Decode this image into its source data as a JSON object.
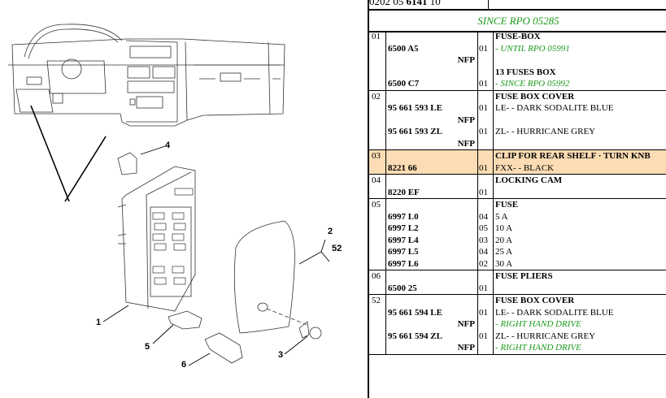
{
  "header": {
    "ref_prefix": "0202 05 ",
    "ref_bold": "6141",
    "ref_suffix": " 10"
  },
  "since_note": "SINCE RPO 05285",
  "callouts": [
    "1",
    "2",
    "52",
    "3",
    "4",
    "5",
    "6"
  ],
  "rows": [
    {
      "idx": "01",
      "lines": [
        {
          "ref": "",
          "qty": "",
          "desc": "FUSE-BOX",
          "desc_style": "b"
        },
        {
          "ref": "6500 A5",
          "qty": "01",
          "desc": "- UNTIL RPO 05991",
          "desc_style": "g"
        },
        {
          "ref": "NFP",
          "ref_align": "r",
          "qty": "",
          "desc": ""
        },
        {
          "ref": "",
          "qty": "",
          "desc": "13 FUSES BOX",
          "desc_style": "b"
        },
        {
          "ref": "6500 C7",
          "qty": "01",
          "desc": "- SINCE RPO 05992",
          "desc_style": "g"
        }
      ]
    },
    {
      "idx": "02",
      "lines": [
        {
          "ref": "",
          "qty": "",
          "desc": "FUSE BOX COVER",
          "desc_style": "b"
        },
        {
          "ref": "95 661 593 LE",
          "qty": "01",
          "desc": "LE- - DARK SODALITE BLUE"
        },
        {
          "ref": "NFP",
          "ref_align": "r",
          "qty": "",
          "desc": ""
        },
        {
          "ref": "95 661 593 ZL",
          "qty": "01",
          "desc": "ZL- - HURRICANE GREY"
        },
        {
          "ref": "NFP",
          "ref_align": "r",
          "qty": "",
          "desc": ""
        }
      ]
    },
    {
      "idx": "03",
      "highlight": true,
      "lines": [
        {
          "ref": "",
          "qty": "",
          "desc": "CLIP FOR REAR SHELF · TURN KNB",
          "desc_style": "b"
        },
        {
          "ref": "8221 66",
          "qty": "01",
          "desc": "FXX- - BLACK"
        }
      ]
    },
    {
      "idx": "04",
      "lines": [
        {
          "ref": "",
          "qty": "",
          "desc": "LOCKING CAM",
          "desc_style": "b"
        },
        {
          "ref": "8220 EF",
          "qty": "01",
          "desc": ""
        }
      ]
    },
    {
      "idx": "05",
      "lines": [
        {
          "ref": "",
          "qty": "",
          "desc": "FUSE",
          "desc_style": "b"
        },
        {
          "ref": "6997 L0",
          "qty": "04",
          "desc": "5 A"
        },
        {
          "ref": "6997 L2",
          "qty": "05",
          "desc": "10 A"
        },
        {
          "ref": "6997 L4",
          "qty": "03",
          "desc": "20 A"
        },
        {
          "ref": "6997 L5",
          "qty": "04",
          "desc": "25 A"
        },
        {
          "ref": "6997 L6",
          "qty": "02",
          "desc": "30 A"
        }
      ]
    },
    {
      "idx": "06",
      "lines": [
        {
          "ref": "",
          "qty": "",
          "desc": "FUSE PLIERS",
          "desc_style": "b"
        },
        {
          "ref": "6500 25",
          "qty": "01",
          "desc": ""
        }
      ]
    },
    {
      "idx": "52",
      "lines": [
        {
          "ref": "",
          "qty": "",
          "desc": "FUSE BOX COVER",
          "desc_style": "b"
        },
        {
          "ref": "95 661 594 LE",
          "qty": "01",
          "desc": "LE- - DARK SODALITE BLUE"
        },
        {
          "ref": "NFP",
          "ref_align": "r",
          "qty": "",
          "desc": "- RIGHT HAND DRIVE",
          "desc_style": "g"
        },
        {
          "ref": "95 661 594 ZL",
          "qty": "01",
          "desc": "ZL- - HURRICANE GREY"
        },
        {
          "ref": "NFP",
          "ref_align": "r",
          "qty": "",
          "desc": "- RIGHT HAND DRIVE",
          "desc_style": "g"
        }
      ]
    }
  ],
  "colors": {
    "green": "#1a9a1a",
    "highlight": "#fbdcb4"
  }
}
